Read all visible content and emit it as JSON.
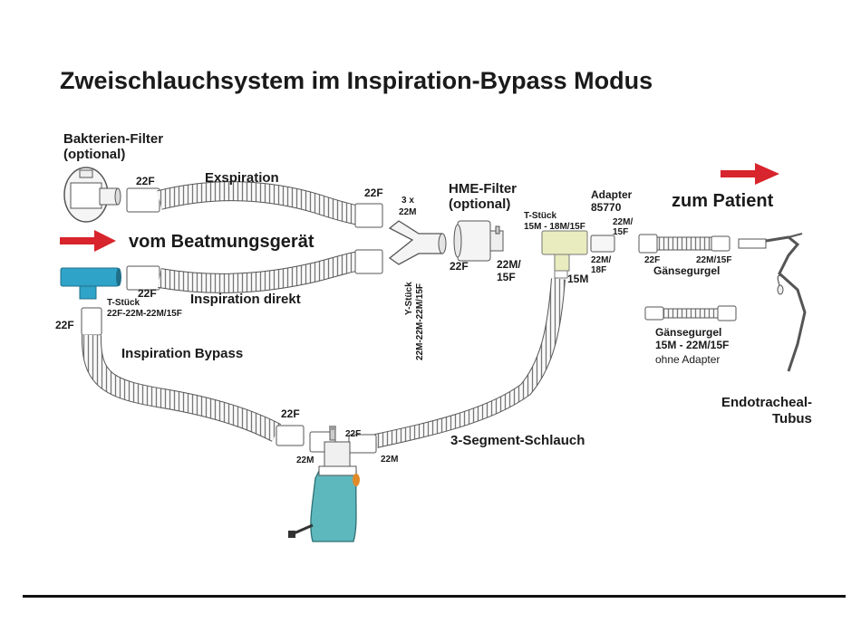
{
  "title": "Zweischlauchsystem im Inspiration-Bypass Modus",
  "labels": {
    "bakterien_filter_1": "Bakterien-Filter",
    "bakterien_filter_2": "(optional)",
    "f22_top_left": "22F",
    "exspiration": "Exspiration",
    "f22_top_right": "22F",
    "three_x": "3 x",
    "m22_y": "22M",
    "hme_1": "HME-Filter",
    "hme_2": "(optional)",
    "adapter_1": "Adapter",
    "adapter_2": "85770",
    "zum_patient": "zum Patient",
    "tstueck_right_1": "T-Stück",
    "tstueck_right_2": "15M - 18M/15F",
    "m22_15f_top_1": "22M/",
    "m22_15f_top_2": "15F",
    "vom_beatmungsgeraet": "vom Beatmungsgerät",
    "f22_hme": "22F",
    "m22_15f_hme_1": "22M/",
    "m22_15f_hme_2": "15F",
    "m15": "15M",
    "m22_18f_1": "22M/",
    "m22_18f_2": "18F",
    "f22_gans": "22F",
    "m22_15f_gans": "22M/15F",
    "gaensegurgel": "Gänsegurgel",
    "f22_insp": "22F",
    "inspiration_direkt": "Inspiration direkt",
    "tstueck_left_1": "T-Stück",
    "tstueck_left_2": "22F-22M-22M/15F",
    "ystueck_1": "Y-Stück",
    "ystueck_2": "22M-22M-22M/15F",
    "f22_bypass_left": "22F",
    "inspiration_bypass": "Inspiration Bypass",
    "gaensegurgel2_1": "Gänsegurgel",
    "gaensegurgel2_2": "15M - 22M/15F",
    "ohne_adapter": "ohne Adapter",
    "endotracheal_1": "Endotracheal-",
    "endotracheal_2": "Tubus",
    "f22_bottom": "22F",
    "f22_humid": "22F",
    "m22_humid_left": "22M",
    "m22_humid_right": "22M",
    "drei_segment": "3-Segment-Schlauch"
  },
  "colors": {
    "arrow": "#d8242c",
    "tstueck_blue": "#2fa3c8",
    "tstueck_yellow": "#e9ecbe",
    "humidifier": "#5cb8bd",
    "humidifier_knob": "#e08a28",
    "rule": "#111111"
  },
  "icons": [
    "arrow-right-icon"
  ]
}
